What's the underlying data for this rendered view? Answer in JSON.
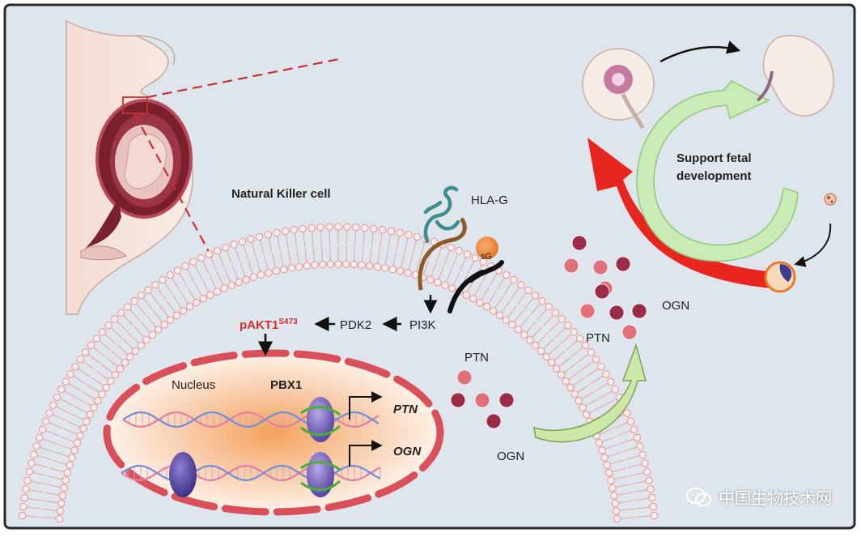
{
  "labels": {
    "natural_killer_cell": "Natural Killer cell",
    "hla_g": "HLA-G",
    "sg": "sG",
    "pi3k": "PI3K",
    "pdk2": "PDK2",
    "pakt1": "pAKT1",
    "pakt1_sup": "S473",
    "nucleus": "Nucleus",
    "pbx1": "PBX1",
    "gene_ptn": "PTN",
    "gene_ogn": "OGN",
    "secreted_ptn": "PTN",
    "secreted_ogn": "OGN",
    "fetal_ptn": "PTN",
    "fetal_ogn": "OGN",
    "support_line1": "Support fetal",
    "support_line2": "development"
  },
  "watermark": {
    "text": "中国生物技术网"
  },
  "colors": {
    "frame_bg": "#dfe5ec",
    "nucleus_border": "#d9505a",
    "pakt1": "#d0302c",
    "big_arrow": "#e8261f",
    "cycle_arrow": "#c9ecb6",
    "ptn_dot": "#e0707a",
    "ogn_dot": "#9a2c48"
  }
}
